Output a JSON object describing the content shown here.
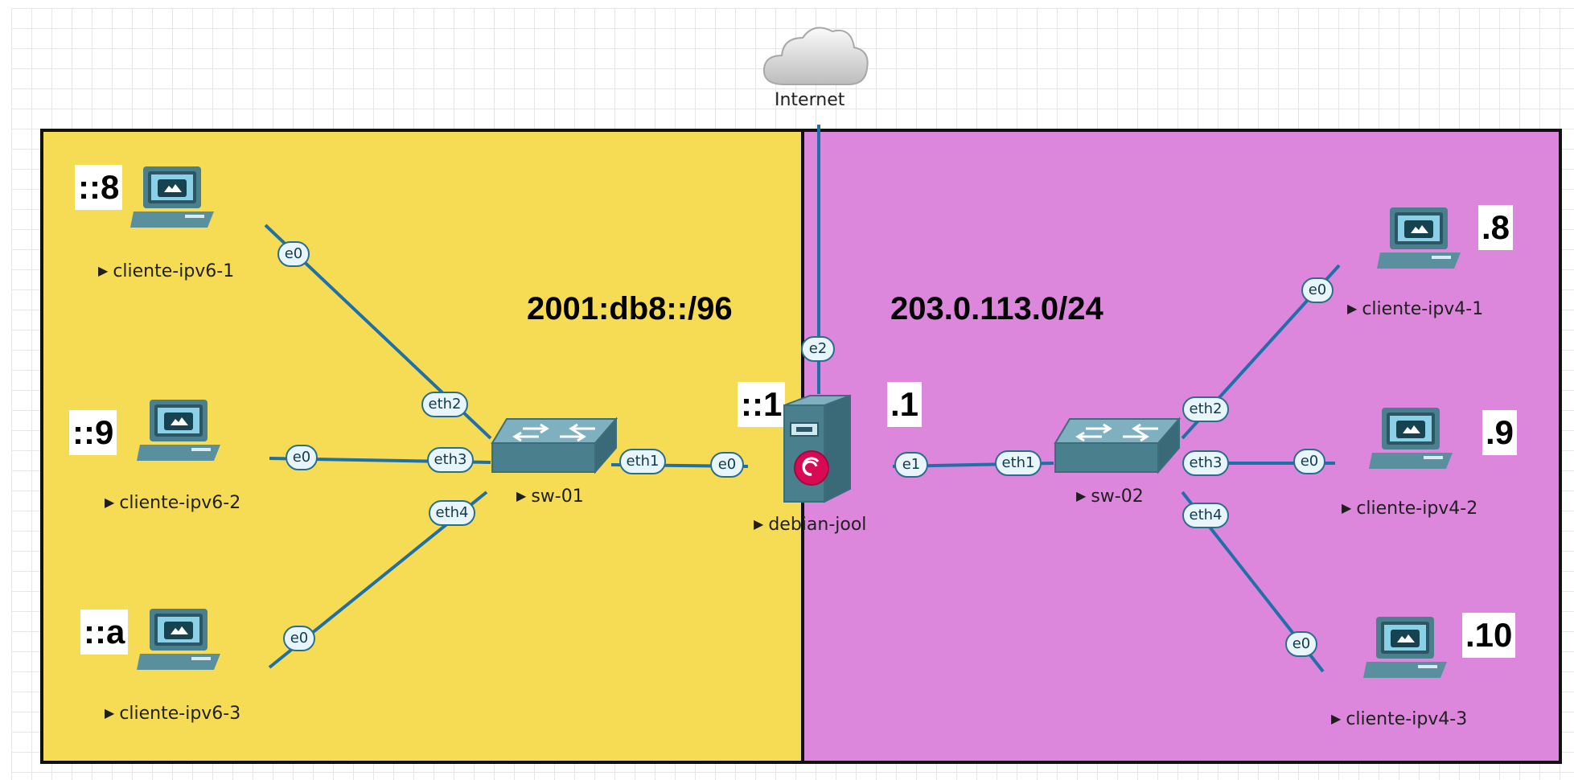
{
  "networks": {
    "ipv6": {
      "prefix": "2001:db8::/96",
      "color": "#f6dc55"
    },
    "ipv4": {
      "prefix": "203.0.113.0/24",
      "color": "#dc86dc"
    }
  },
  "cloud": {
    "label": "Internet",
    "icon": "cloud-icon"
  },
  "server": {
    "label": "debian-jool",
    "icon": "server-debian-icon",
    "ipv6_address": "::1",
    "ipv4_address": ".1"
  },
  "switches": {
    "sw01": {
      "label": "sw-01",
      "icon": "switch-icon"
    },
    "sw02": {
      "label": "sw-02",
      "icon": "switch-icon"
    }
  },
  "clients": {
    "ipv6_1": {
      "label": "cliente-ipv6-1",
      "address": "::8",
      "icon": "computer-icon"
    },
    "ipv6_2": {
      "label": "cliente-ipv6-2",
      "address": "::9",
      "icon": "computer-icon"
    },
    "ipv6_3": {
      "label": "cliente-ipv6-3",
      "address": "::a",
      "icon": "computer-icon"
    },
    "ipv4_1": {
      "label": "cliente-ipv4-1",
      "address": ".8",
      "icon": "computer-icon"
    },
    "ipv4_2": {
      "label": "cliente-ipv4-2",
      "address": ".9",
      "icon": "computer-icon"
    },
    "ipv4_3": {
      "label": "cliente-ipv4-3",
      "address": ".10",
      "icon": "computer-icon"
    }
  },
  "ports": {
    "e0": "e0",
    "e1": "e1",
    "e2": "e2",
    "eth1": "eth1",
    "eth2": "eth2",
    "eth3": "eth3",
    "eth4": "eth4"
  },
  "colors": {
    "link": "#1f6fa8",
    "port_border": "#2a6e8f",
    "port_fill": "#e8f6fb",
    "device": "#4a7f8e"
  }
}
